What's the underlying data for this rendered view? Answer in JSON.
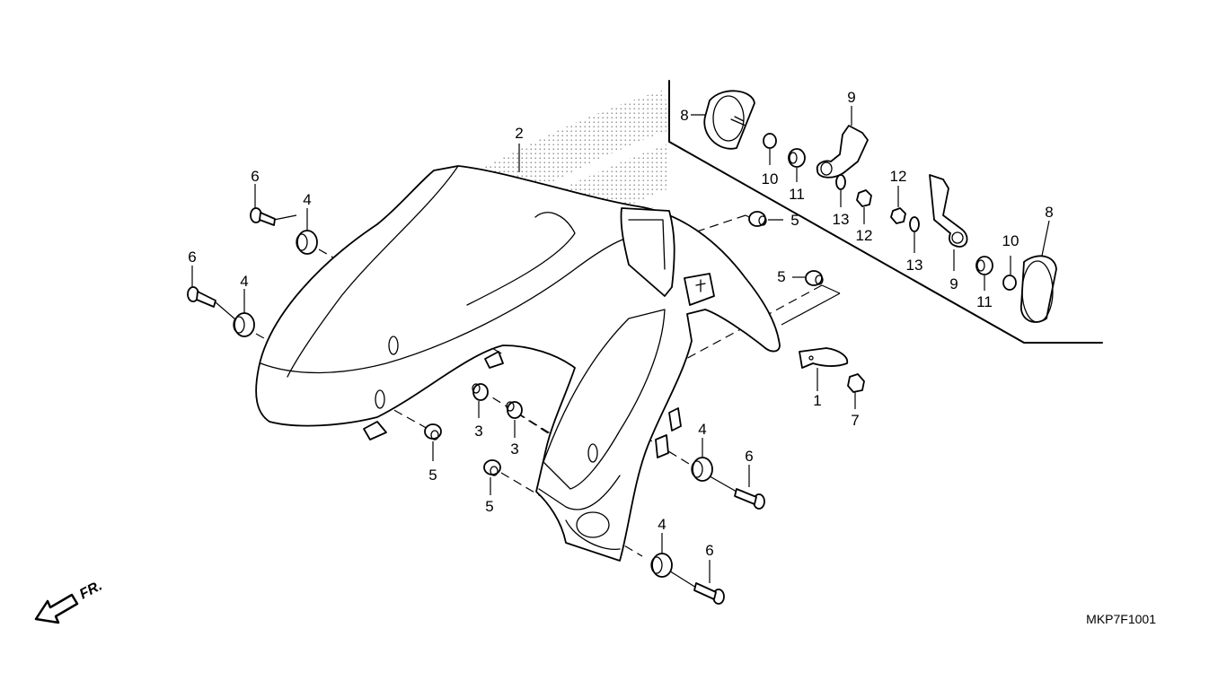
{
  "diagram": {
    "code": "MKP7F1001",
    "front_label": "FR.",
    "callouts": {
      "c1": "1",
      "c2": "2",
      "c3a": "3",
      "c3b": "3",
      "c4a": "4",
      "c4b": "4",
      "c4c": "4",
      "c4d": "4",
      "c5a": "5",
      "c5b": "5",
      "c5c": "5",
      "c5d": "5",
      "c6a": "6",
      "c6b": "6",
      "c6c": "6",
      "c6d": "6",
      "c7": "7",
      "c8a": "8",
      "c8b": "8",
      "c9a": "9",
      "c9b": "9",
      "c10a": "10",
      "c10b": "10",
      "c11a": "11",
      "c11b": "11",
      "c12a": "12",
      "c12b": "12",
      "c13a": "13",
      "c13b": "13"
    }
  }
}
